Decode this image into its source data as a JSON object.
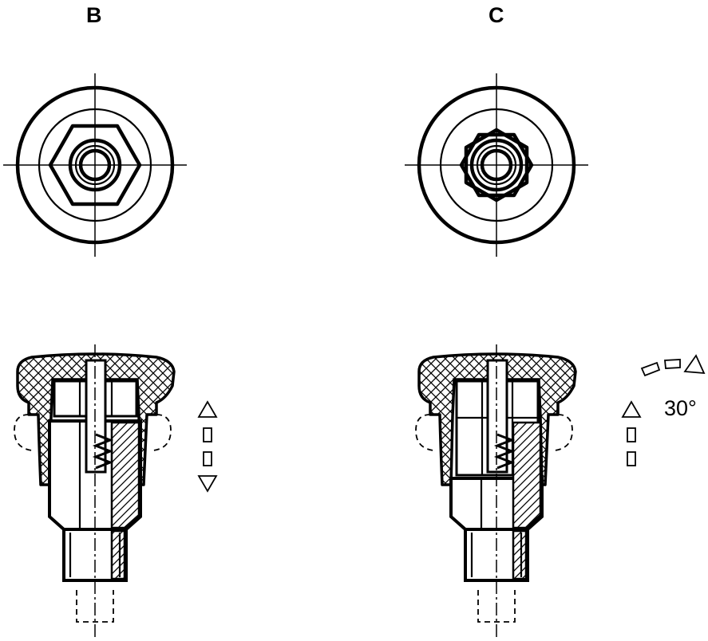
{
  "variants": [
    {
      "label": "B",
      "hint": "hexagon"
    },
    {
      "label": "C",
      "hint": "12-point"
    }
  ],
  "rotation": {
    "angle_label": "30°"
  },
  "colors": {
    "ink": "#000000",
    "paper": "#ffffff"
  }
}
